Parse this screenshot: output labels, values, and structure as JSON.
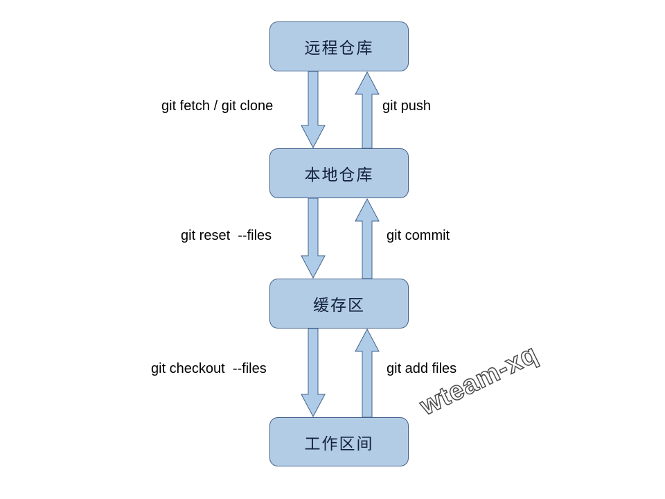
{
  "diagram": {
    "title": "Git workflow diagram",
    "colors": {
      "node_fill": "#b3cce5",
      "node_border": "#41618a",
      "arrow_fill": "#aecbe8",
      "arrow_border": "#41618a",
      "text": "#000000",
      "background": "#ffffff"
    },
    "nodes": [
      {
        "id": "remote",
        "label": "远程仓库"
      },
      {
        "id": "local",
        "label": "本地仓库"
      },
      {
        "id": "staging",
        "label": "缓存区"
      },
      {
        "id": "working",
        "label": "工作区间"
      }
    ],
    "edges": [
      {
        "id": "fetch-clone",
        "label": "git fetch / git clone",
        "from": "remote",
        "to": "local",
        "direction": "down"
      },
      {
        "id": "push",
        "label": "git push",
        "from": "local",
        "to": "remote",
        "direction": "up"
      },
      {
        "id": "reset",
        "label": "git reset  --files",
        "from": "local",
        "to": "staging",
        "direction": "down"
      },
      {
        "id": "commit",
        "label": "git commit",
        "from": "staging",
        "to": "local",
        "direction": "up"
      },
      {
        "id": "checkout",
        "label": "git checkout  --files",
        "from": "staging",
        "to": "working",
        "direction": "down"
      },
      {
        "id": "add",
        "label": "git add files",
        "from": "working",
        "to": "staging",
        "direction": "up"
      }
    ],
    "watermark": "wteam-xq"
  }
}
